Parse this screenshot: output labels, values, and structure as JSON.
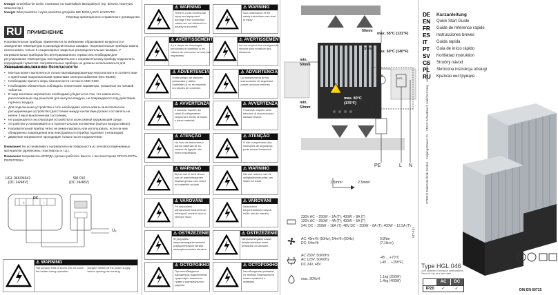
{
  "panel1": {
    "warning_intro_pl_title": "Uwaga!",
    "warning_intro_pl_text": "Grzejnika nie wolno montować na materiałach łatwopalnych (np. drewno, tworzywo sztuczne itp.).",
    "warning_intro_pl2_title": "Uwaga!",
    "warning_intro_pl2_text": "Wlot powietrza i wylot powietrza grzejnika NIE MOGĄ BYĆ ZAKRYTE!",
    "translation_note": "Перевод оригинального справочного руководства",
    "lang_code": "RU",
    "lang_title": "ПРИМЕНЕНИЕ",
    "intro": "Нагревательные приборы применяются во избежание образования конденсата и замедления температуры в распределительных шкафах. Нагревательные приборы можно использовать только в стационарных закрытых распределительных шкафах. У нагревательных приборов без интегрированного термостата необходим для регулирования температуры последовательное к нагревательному прибору подключить подходящий термостат. Нагревательные приборы не должны использоваться для отопления помещений.",
    "section_title": "Указания по технике безопасности",
    "safety_items": [
      "Монтаж может выполняться только квалифицированным персоналом и в соответствии с принятыми национальными правилами электроснабжения (IEC 60364).",
      "Необходимо принять меры безопасности согласно VDE 0100.",
      "Необходимо обязательно соблюдать технические параметры, указанные на типовой табличке.",
      "В ходе монтажа нагревателя необходимо убедиться в том, что компоненты, расположенные над решеткой для выпуска воздуха, не повреждаются под действием горячего воздуха.",
      "Для подключения устройства к сети необходимо использовать многополюсное разъединяющее устройство (расстояние между контактами должно составлять не менее 3 мм в выключенном состоянии).",
      "Не разрешается эксплуатация устройства в агрессивной окружающей среде.",
      "Устройство устанавливается в горизонтальном положении (выпуск воздуха вверх).",
      "Нагревательный прибор четко не ремонтировать или использовать, если на нем обнаружены повреждения или неисправности (прибор подлежит утилизации).",
      "Движение нагревателя проходящее только после подключения."
    ],
    "note1_title": "Внимание!",
    "note1_text": "Не устанавливать нагреватели на поверхности из легковоспламеняемых материалов (древесины, пластмассы и т.д.).",
    "note2_title": "Внимание!",
    "note2_text": "Нагреватель ВСЕГДА должен работать вместе с вентилятором! ОПАСНОСТЬ ПЕРЕГРЕВА!",
    "wiring": {
      "label_left": "HGL 046/04641",
      "label_left_sub": "(DC 24/48V)",
      "label_right": "SM 010",
      "label_right_sub": "(DC 24/48V)",
      "dc_label": "DC",
      "plus": "+",
      "minus": "−",
      "output_label": "Uₑ"
    },
    "bottom_warning": {
      "head": "WARNING",
      "body_left": "Hot surface! Risk of burns. Do not touch the heater during operation.",
      "body_right": "Danger! Switch off the power supply before opening the housing."
    }
  },
  "panel2": {
    "warnings": [
      {
        "head": "WARNING",
        "body": "There is a risk of personal injury and equipment damage if the connection values are not observed or polarity is incorrect."
      },
      {
        "head": "WARNING",
        "body": "Non-observance of the safety instructions can lead to injury."
      },
      {
        "head": "AVERTISSEMENT",
        "body": "Il y a risque de dommages personnels et matériels si les valeurs de connexion ne sont pas respectées."
      },
      {
        "head": "AVERTISSEMENT",
        "body": "Le non-respect des consignes de sécurité peut entraîner des blessures."
      },
      {
        "head": "ADVERTENCIA",
        "body": "Existe peligro de lesiones personales y daños materiales si no se respetan los valores de conexión."
      },
      {
        "head": "ADVERTENCIA",
        "body": "La inobservancia de las instrucciones de seguridad puede provocar lesiones."
      },
      {
        "head": "AVVERTENZA",
        "body": "Il mancato rispetto dei valori di collegamento comporta il rischio di lesioni e danni materiali."
      },
      {
        "head": "AVVERTENZA",
        "body": "Il mancato rispetto delle istruzioni di sicurezza può causare lesioni."
      },
      {
        "head": "ATENÇÃO",
        "body": "Há risco de ferimentos e danos materiais se os valores de ligação não forem respeitados."
      },
      {
        "head": "ATENÇÃO",
        "body": "O não cumprimento das instruções de segurança pode causar ferimentos."
      },
      {
        "head": "WARNING",
        "body": "Bij het niet in acht nemen van de aansluitwaarden bestaat gevaar voor letsel en materiële schade."
      },
      {
        "head": "WARNING",
        "body": "Het niet naleven van de veiligheidsinstructies kan leiden tot letsel."
      },
      {
        "head": "VAROVÁNÍ",
        "body": "Při nedodržení připojovacích hodnot hrozí nebezpečí zranění osob a věcných škod."
      },
      {
        "head": "VAROVÁNÍ",
        "body": "Nedodržení bezpečnostních pokynů může vést ke zranění."
      },
      {
        "head": "OSTRZEŻENIE",
        "body": "W przypadku nieprzestrzegania wartości przyłączeniowych istnieje niebezpieczeństwo obrażeń."
      },
      {
        "head": "OSTRZEŻENIE",
        "body": "Nieprzestrzeganie zasad bezpieczeństwa może prowadzić do obrażeń."
      },
      {
        "head": "ОСТОРОЖНО",
        "body": "При несоблюдении параметров подключения существует опасность травм и материального ущерба."
      },
      {
        "head": "ОСТОРОЖНО",
        "body": "Несоблюдение указаний по технике безопасности может привести к травмам."
      }
    ]
  },
  "panel3": {
    "dims": {
      "top_gap": "50mm",
      "top_temp": "max. 55°C (131°F)",
      "side_gap": "0mm",
      "side_temp": "max. 60°C (140°F)",
      "left_gap": "min. 50mm",
      "left_gap2": "min. 50mm",
      "heater_temp": "max. 80°C (176°F)"
    },
    "wiring_labels": {
      "pe": "PE",
      "l": "L",
      "n": "N",
      "thermostat": "θ",
      "heater_symbol": "HGL"
    },
    "cable1": "1.5mm²",
    "cable2": "2.5mm²",
    "side_code": "MT-031",
    "specs": [
      {
        "icon": "resistor-icon",
        "text": "230V AC ~ 250W ~ 2A (T); 400W ~ 8A (T)\n120V AC ~ 250W ~ 4A (T); 400W ~ 5A (T)\n24V DC ~ 250W ~ 16A (T); 48V DC ~ 250W ~ 8A (T); 400W ~ 12,5A (T)"
      },
      {
        "icon": "fan-icon",
        "text": "AC: 45m³/h (50Hz); 54m³/h (60Hz)\nDC: 54m³/h",
        "text2": "0.8Nm\n(7.1lb-in)"
      },
      {
        "icon": "plug-icon",
        "text": "AC 230V, 50/60Hz\nAC 120V, 50/60Hz\nDC 24V, 48V",
        "text2": "-45 ... +70°C\n(-49 ... +158°F)"
      },
      {
        "icon": "humidity-icon",
        "text": "max. 90%rH",
        "text2": "1.1kg (250W)\n1.4kg (400W)"
      }
    ]
  },
  "panel4": {
    "languages": [
      {
        "code": "DE",
        "label": "Kurzanleitung"
      },
      {
        "code": "EN",
        "label": "Quick Start Guide"
      },
      {
        "code": "FR",
        "label": "Guide de référence rapide"
      },
      {
        "code": "ES",
        "label": "Instrucciones breves"
      },
      {
        "code": "IT",
        "label": "Guida rapida"
      },
      {
        "code": "PT",
        "label": "Guia de início rápido"
      },
      {
        "code": "SV",
        "label": "Kortfattad instruktion"
      },
      {
        "code": "CS",
        "label": "Stručný návod"
      },
      {
        "code": "PL",
        "label": "Skrócona instrukcja obsługi"
      },
      {
        "code": "RU",
        "label": "Краткая инструкция"
      }
    ],
    "vertical_address": "STEGO Elektrotechnik GmbH · Kolpingstrasse 21 · 74523 Schwäbisch Hall/Germany · www.stego.de",
    "type_label": "Type HGL 046",
    "type_note1": "Zum späteren Gebrauch aufbewahren.",
    "type_note2": "Save for use at a later date.",
    "ip_rating": "IP20",
    "ac_label": "AC",
    "dc_label": "DC",
    "standard": "DIN EN 60715",
    "colors": {
      "accent": "#1a1a1a",
      "heater_fin": "#bfc4c8",
      "heater_body": "#2a2a2a"
    }
  }
}
